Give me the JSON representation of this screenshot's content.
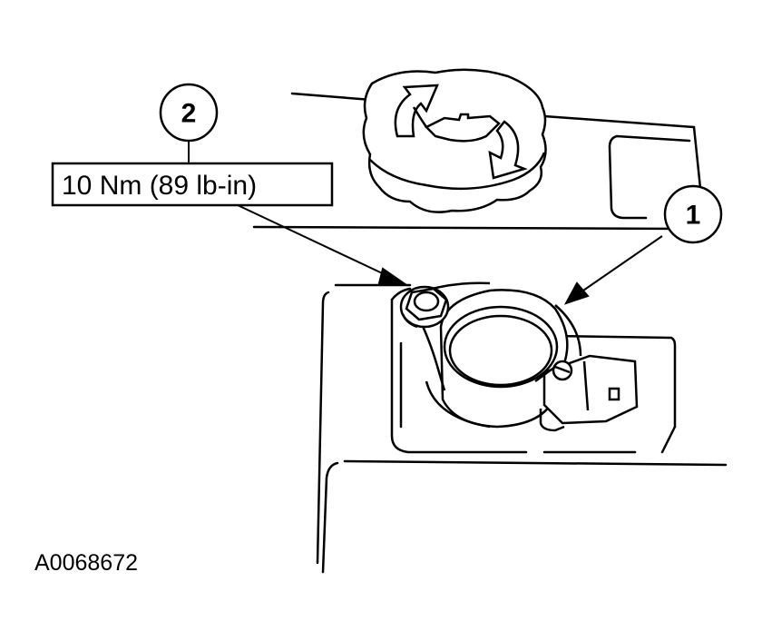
{
  "callouts": [
    {
      "number": "1"
    },
    {
      "number": "2"
    }
  ],
  "torque_spec": "10 Nm (89 lb-in)",
  "figure_id": "A0068672",
  "colors": {
    "line": "#000000",
    "background": "#ffffff"
  }
}
